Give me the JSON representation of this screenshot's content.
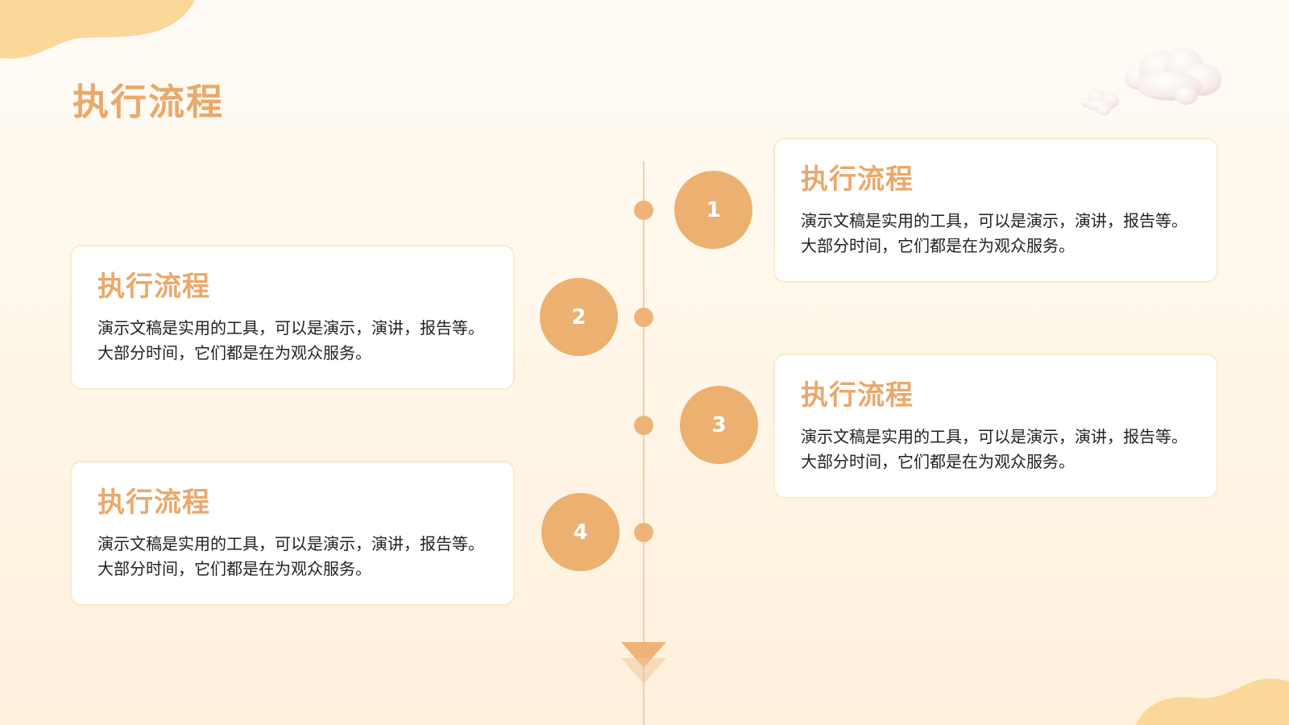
{
  "slide": {
    "title": "执行流程"
  },
  "steps": [
    {
      "number": "1",
      "title": "执行流程",
      "text": "演示文稿是实用的工具，可以是演示，演讲，报告等。大部分时间，它们都是在为观众服务。"
    },
    {
      "number": "2",
      "title": "执行流程",
      "text": "演示文稿是实用的工具，可以是演示，演讲，报告等。大部分时间，它们都是在为观众服务。"
    },
    {
      "number": "3",
      "title": "执行流程",
      "text": "演示文稿是实用的工具，可以是演示，演讲，报告等。大部分时间，它们都是在为观众服务。"
    },
    {
      "number": "4",
      "title": "执行流程",
      "text": "演示文稿是实用的工具，可以是演示，演讲，报告等。大部分时间，它们都是在为观众服务。"
    }
  ],
  "colors": {
    "accent": "#eaa86a",
    "circle": "#ecb070",
    "line": "#efcfa6",
    "card_border": "#fbeacb",
    "blob": "#fbd89a"
  },
  "decorations": {
    "clouds": "cloud-icon",
    "arrow": "down-arrow-icon"
  }
}
